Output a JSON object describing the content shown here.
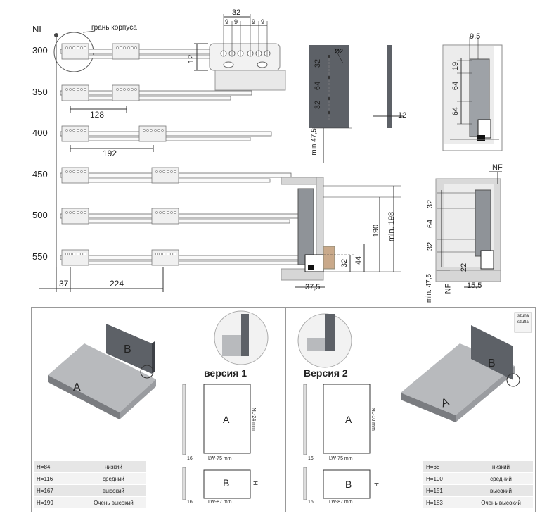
{
  "top": {
    "nl_header": "NL",
    "body_edge_label": "грань корпуса",
    "nl_values": [
      "300",
      "350",
      "400",
      "450",
      "500",
      "550"
    ],
    "hole_spacing": [
      "128",
      "192"
    ],
    "bottom_dims": [
      "37",
      "224"
    ],
    "detail_dims": {
      "top_32": "32",
      "nine_a": "9",
      "nine_b": "9",
      "nine_c": "9",
      "nine_d": "9",
      "side_12": "12"
    },
    "panel_dims": {
      "d32a": "32",
      "d64": "64",
      "d32b": "32",
      "min475": "min 47,5",
      "phi": "Ø2"
    },
    "thin_dims": {
      "d12": "12"
    },
    "corner_dims": {
      "d95": "9,5",
      "d19": "19",
      "d64a": "64",
      "d64b": "64"
    },
    "section_dims": {
      "d190": "190",
      "min198": "min. 198",
      "d32": "32",
      "d44": "44",
      "d375": "37,5"
    },
    "nf_dims": {
      "nf_top": "NF",
      "d32a": "32",
      "d64": "64",
      "d32b": "32",
      "d22": "22",
      "nf_bot": "NF",
      "d155": "15,5",
      "min475": "min. 47,5"
    }
  },
  "version1": {
    "title": "версия 1",
    "panel_a": "A",
    "panel_b": "B",
    "dim_a_width": "LW-75 mm",
    "dim_a_height": "NL-24 mm",
    "dim_b_width": "LW-87 mm",
    "dim_b_height": "H",
    "thickness": "16",
    "table": [
      {
        "h": "H=84",
        "d": "низкий"
      },
      {
        "h": "H=116",
        "d": "средний"
      },
      {
        "h": "H=167",
        "d": "высокий"
      },
      {
        "h": "H=199",
        "d": "Очень высокий"
      }
    ]
  },
  "version2": {
    "title": "Версия 2",
    "panel_a": "A",
    "panel_b": "B",
    "dim_a_width": "LW-75 mm",
    "dim_a_height": "NL-10 mm",
    "dim_b_width": "LW-87 mm",
    "dim_b_height": "H",
    "thickness": "16",
    "legend": [
      "szuna",
      "szufla"
    ],
    "table": [
      {
        "h": "H=68",
        "d": "низкий"
      },
      {
        "h": "H=100",
        "d": "средний"
      },
      {
        "h": "H=151",
        "d": "высокий"
      },
      {
        "h": "H=183",
        "d": "Очень высокий"
      }
    ]
  }
}
